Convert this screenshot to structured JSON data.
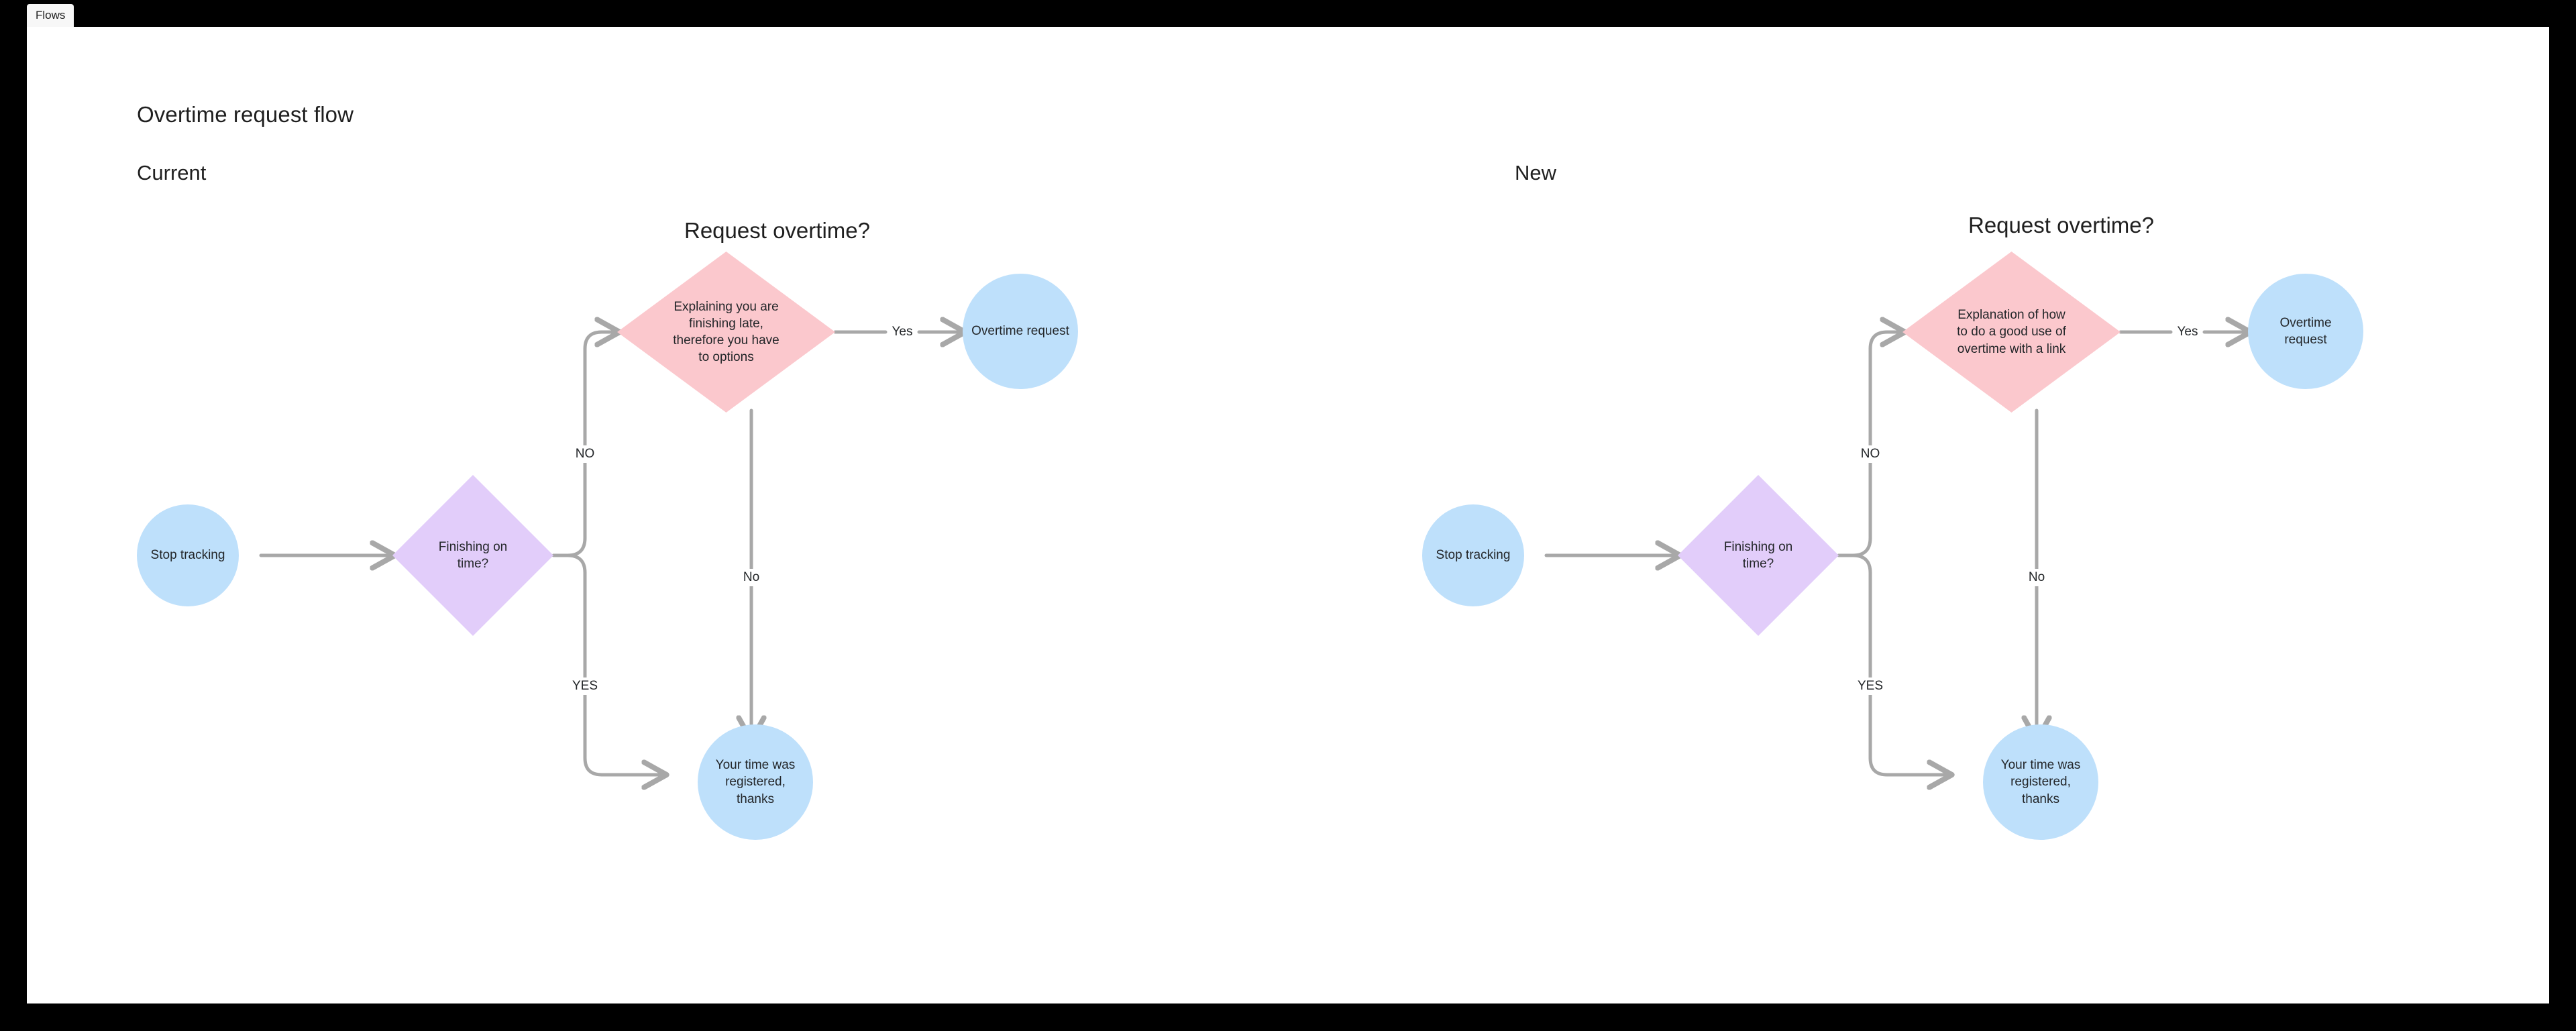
{
  "window": {
    "background_color": "#000000",
    "canvas_color": "#ffffff"
  },
  "tabbar": {
    "tabs": [
      {
        "label": "Flows",
        "active": true
      }
    ]
  },
  "page": {
    "title": "Overtime request flow"
  },
  "colors": {
    "circle_blue": "#bee0fb",
    "diamond_purple": "#e2cdfa",
    "diamond_pink": "#fbc8cd",
    "connector_gray": "#a8a8a8",
    "text_dark": "#232629",
    "title_dark": "#1f1f1f"
  },
  "flows": [
    {
      "id": "current",
      "section_label": "Current",
      "heading": "Request overtime?",
      "nodes": {
        "start": {
          "label": "Stop tracking",
          "shape": "circle",
          "color": "#bee0fb"
        },
        "decision": {
          "label": "Finishing on time?",
          "shape": "diamond",
          "color": "#e2cdfa"
        },
        "explain": {
          "label": "Explaining you are finishing late, therefore you have to options",
          "shape": "diamond",
          "color": "#fbc8cd"
        },
        "request": {
          "label": "Overtime request",
          "shape": "circle",
          "color": "#bee0fb"
        },
        "registered": {
          "label": "Your time was registered, thanks",
          "shape": "circle",
          "color": "#bee0fb"
        }
      },
      "edge_labels": {
        "no_upper": "NO",
        "yes_lower": "YES",
        "yes_right": "Yes",
        "no_down": "No"
      }
    },
    {
      "id": "new",
      "section_label": "New",
      "heading": "Request overtime?",
      "nodes": {
        "start": {
          "label": "Stop tracking",
          "shape": "circle",
          "color": "#bee0fb"
        },
        "decision": {
          "label": "Finishing on time?",
          "shape": "diamond",
          "color": "#e2cdfa"
        },
        "explain": {
          "label": "Explanation of how to do a good use of overtime with a link",
          "shape": "diamond",
          "color": "#fbc8cd"
        },
        "request": {
          "label": "Overtime request",
          "shape": "circle",
          "color": "#bee0fb"
        },
        "registered": {
          "label": "Your time was registered, thanks",
          "shape": "circle",
          "color": "#bee0fb"
        }
      },
      "edge_labels": {
        "no_upper": "NO",
        "yes_lower": "YES",
        "yes_right": "Yes",
        "no_down": "No"
      }
    }
  ]
}
